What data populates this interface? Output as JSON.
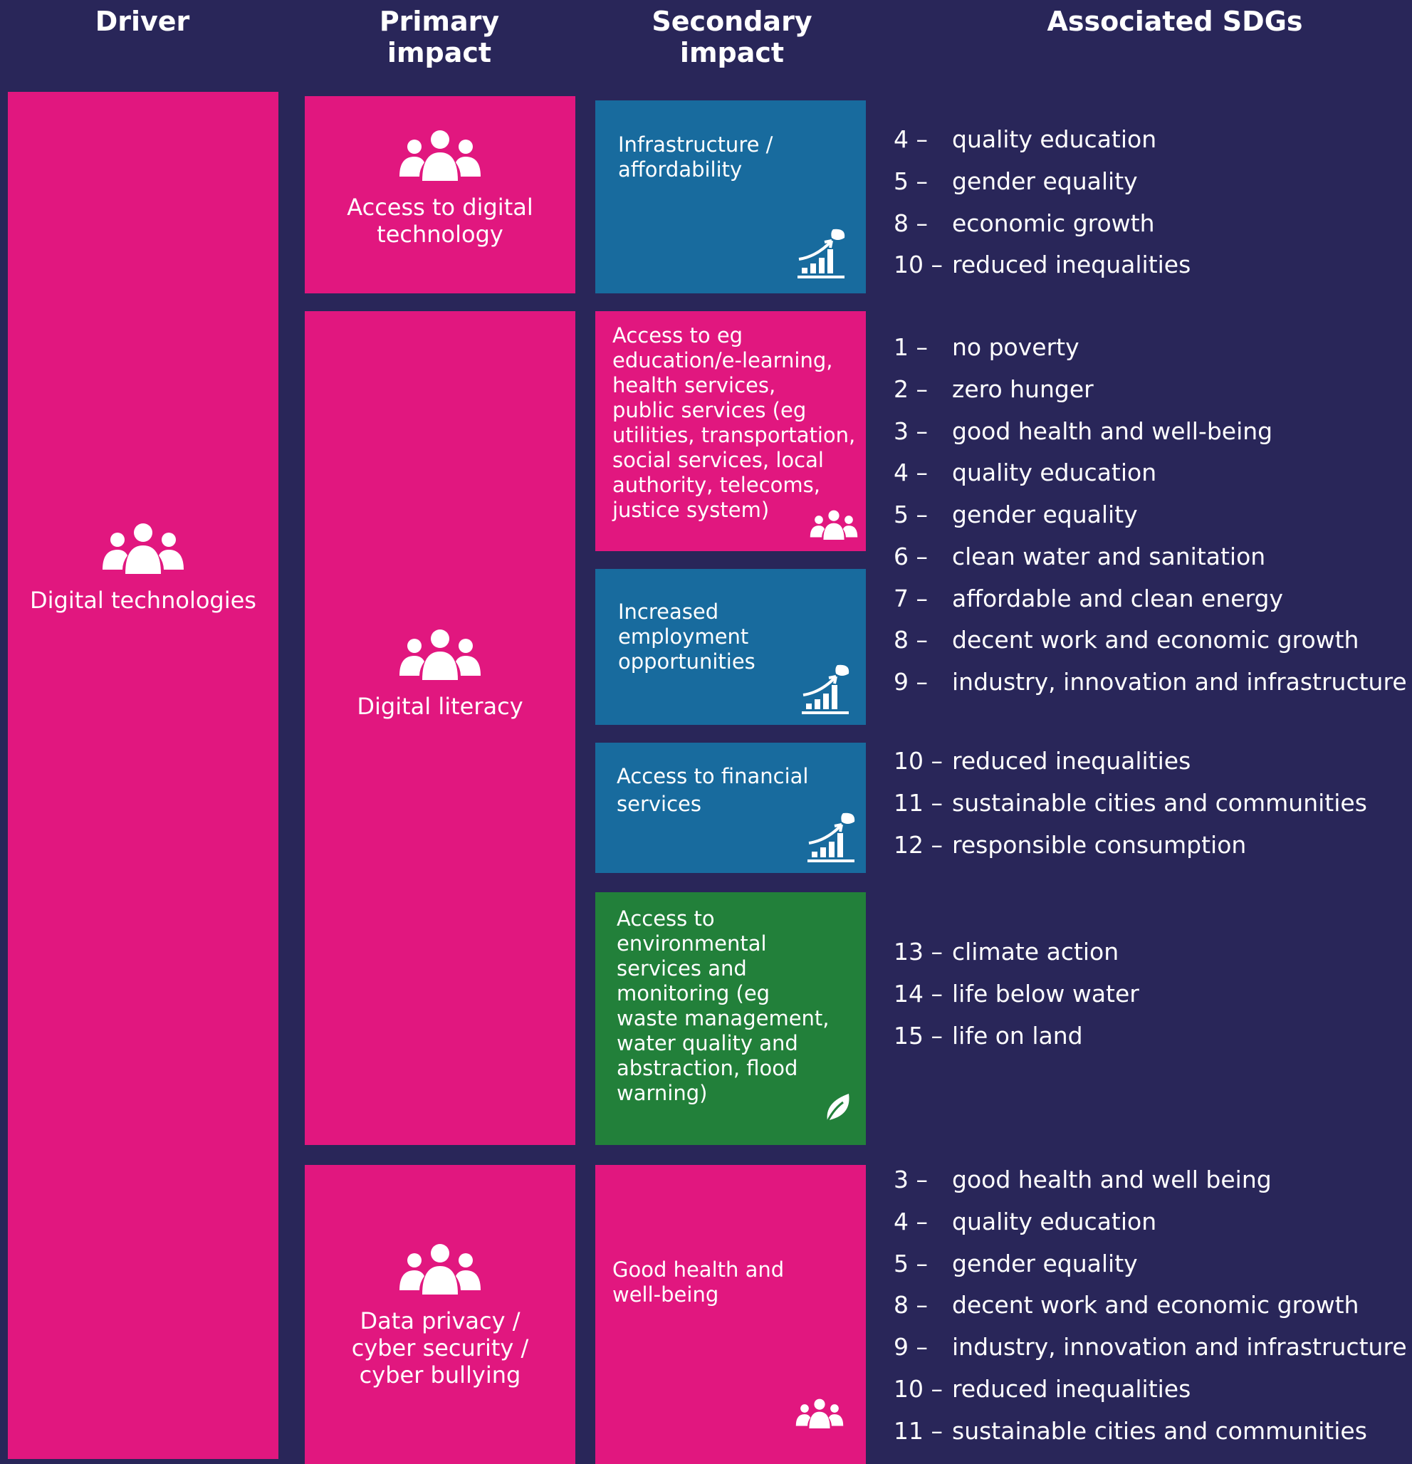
{
  "colors": {
    "background": "#292659",
    "pink": "#e1177f",
    "blue": "#186b9e",
    "green": "#22803a",
    "text": "#ffffff"
  },
  "headers": {
    "driver": "Driver",
    "primary": "Primary\nimpact",
    "secondary": "Secondary\nimpact",
    "sdgs": "Associated SDGs"
  },
  "driver": {
    "label": "Digital technologies",
    "icon": "people-icon"
  },
  "primary": [
    {
      "label": "Access to digital\ntechnology",
      "icon": "people-icon"
    },
    {
      "label": "Digital literacy",
      "icon": "people-icon"
    },
    {
      "label": "Data privacy /\ncyber security /\ncyber bullying",
      "icon": "people-icon"
    }
  ],
  "secondary": [
    {
      "label": "Infrastructure /\naffordability",
      "color": "blue",
      "icon": "growth-chart-icon"
    },
    {
      "label": "Access to eg\neducation/e-learning,\nhealth services,\npublic services (eg\nutilities, transportation,\nsocial services, local\nauthority, telecoms,\njustice system)",
      "color": "pink",
      "icon": "people-icon"
    },
    {
      "label": "Increased\nemployment\nopportunities",
      "color": "blue",
      "icon": "growth-chart-icon"
    },
    {
      "label": "Access to financial\nservices",
      "color": "blue",
      "icon": "growth-chart-icon"
    },
    {
      "label": "Access to\nenvironmental\nservices and\nmonitoring (eg\nwaste management,\nwater quality and\nabstraction, flood\nwarning)",
      "color": "green",
      "icon": "leaf-icon"
    },
    {
      "label": "Good health and\nwell-being",
      "color": "pink",
      "icon": "people-icon"
    }
  ],
  "sdg_groups": [
    {
      "items": [
        {
          "num": "4 –",
          "label": "quality education"
        },
        {
          "num": "5 –",
          "label": "gender equality"
        },
        {
          "num": "8 –",
          "label": "economic growth"
        },
        {
          "num": "10 –",
          "label": "reduced inequalities"
        }
      ]
    },
    {
      "items": [
        {
          "num": "1 –",
          "label": "no poverty"
        },
        {
          "num": "2 –",
          "label": "zero hunger"
        },
        {
          "num": "3 –",
          "label": "good health and well-being"
        },
        {
          "num": "4 –",
          "label": "quality education"
        },
        {
          "num": "5 –",
          "label": "gender equality"
        },
        {
          "num": "6 –",
          "label": "clean water and sanitation"
        },
        {
          "num": "7 –",
          "label": "affordable and clean energy"
        },
        {
          "num": "8 –",
          "label": "decent work and economic growth"
        },
        {
          "num": "9 –",
          "label": "industry, innovation and infrastructure"
        }
      ]
    },
    {
      "items": [
        {
          "num": "10 –",
          "label": "reduced inequalities"
        },
        {
          "num": "11 –",
          "label": "sustainable cities and communities"
        },
        {
          "num": "12 –",
          "label": "responsible consumption"
        }
      ]
    },
    {
      "items": [
        {
          "num": "13 –",
          "label": "climate action"
        },
        {
          "num": "14 –",
          "label": "life below water"
        },
        {
          "num": "15 –",
          "label": "life on land"
        }
      ]
    },
    {
      "items": [
        {
          "num": "3 –",
          "label": "good health and well being"
        },
        {
          "num": "4 –",
          "label": "quality education"
        },
        {
          "num": "5 –",
          "label": "gender equality"
        },
        {
          "num": "8 –",
          "label": "decent work and economic growth"
        },
        {
          "num": "9 –",
          "label": "industry, innovation and infrastructure"
        },
        {
          "num": "10 –",
          "label": "reduced inequalities"
        },
        {
          "num": "11 –",
          "label": "sustainable cities and communities"
        }
      ]
    }
  ]
}
